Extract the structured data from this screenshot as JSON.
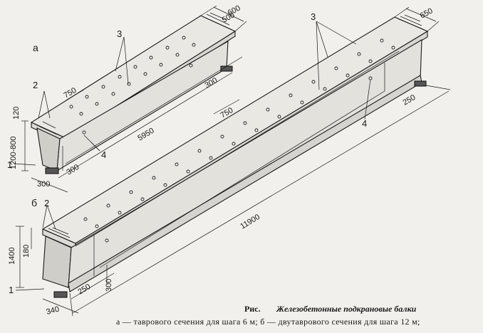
{
  "figure": {
    "caption": {
      "prefix": "Рис.",
      "title": "Железобетонные подкрановые балки",
      "description": "а — таврового сечения для шага 6 м; б — двутаврового сечения для шага 12 м;"
    },
    "beam_a": {
      "label": "а",
      "dims": [
        "600",
        "500",
        "300",
        "750",
        "120",
        "1200-800",
        "5950",
        "300",
        "300"
      ],
      "callouts": [
        "1",
        "2",
        "3",
        "4"
      ]
    },
    "beam_b": {
      "label": "б",
      "dims": [
        "650",
        "750",
        "250",
        "11900",
        "1400",
        "180",
        "250",
        "300",
        "340"
      ],
      "callouts": [
        "1",
        "2",
        "3",
        "4"
      ]
    }
  }
}
